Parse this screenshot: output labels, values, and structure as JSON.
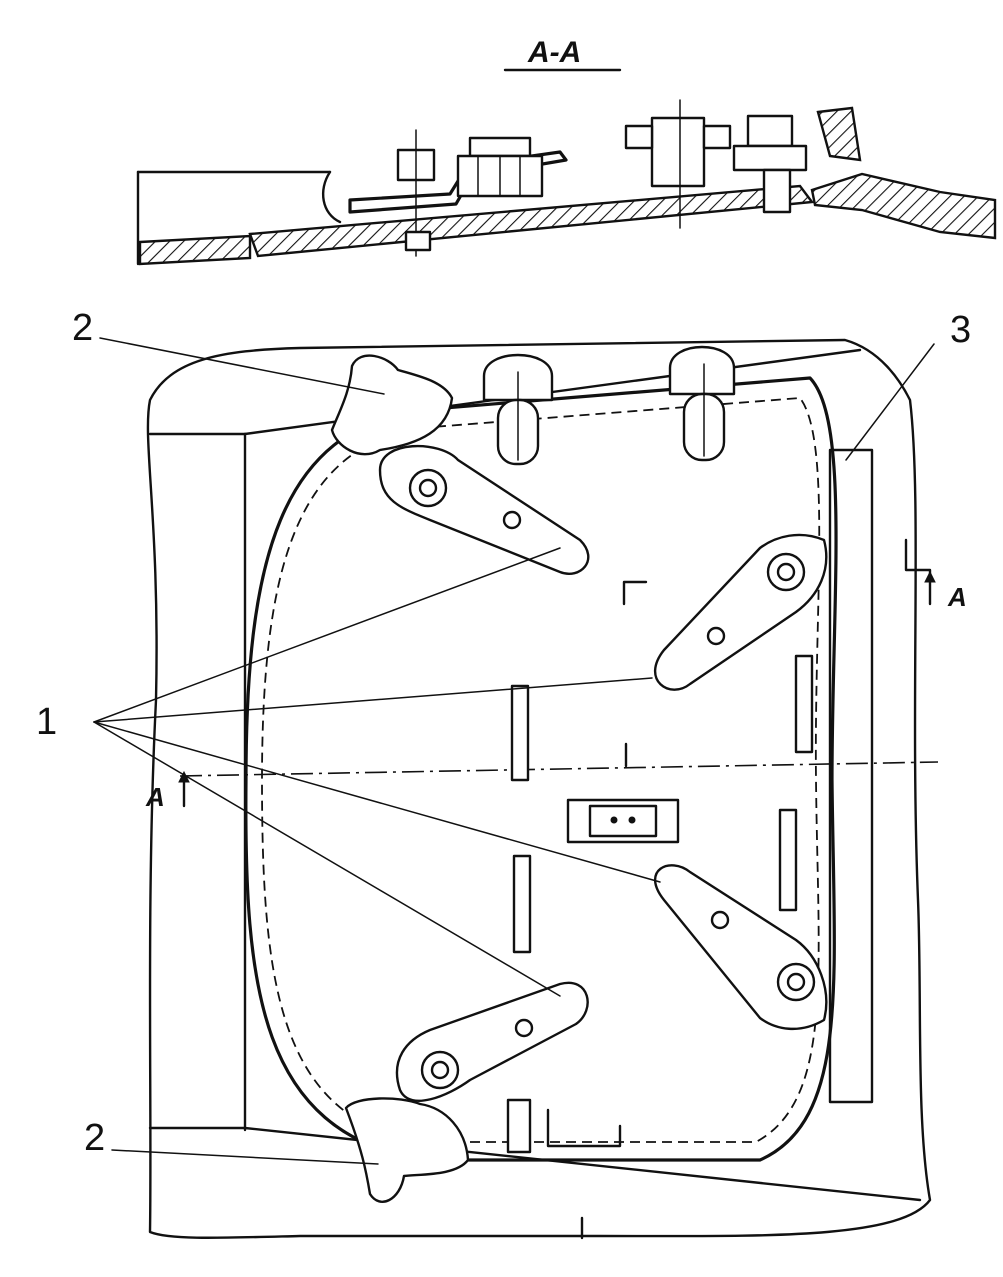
{
  "section_title": "A-A",
  "callouts": {
    "bolt": "1",
    "handle": "2",
    "hinge_bar": "3"
  },
  "section_marks": {
    "left": "A",
    "right": "A"
  }
}
